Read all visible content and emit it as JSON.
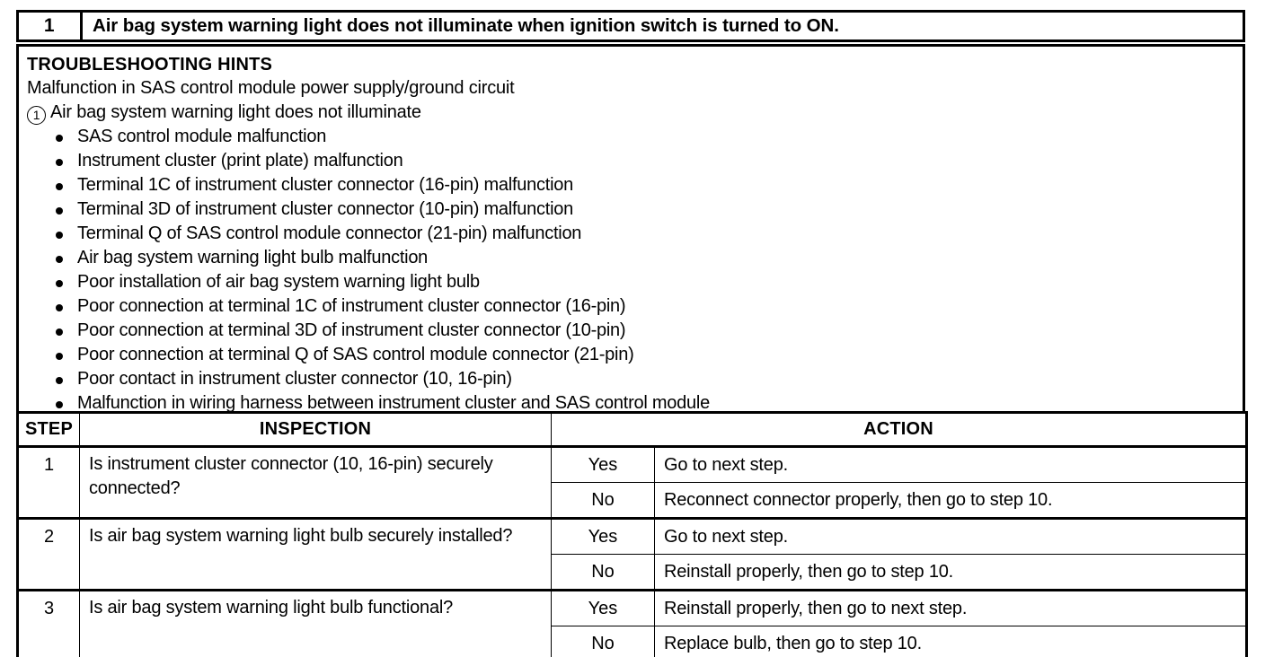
{
  "symptom": {
    "number": "1",
    "description": "Air bag system warning light does not illuminate when ignition switch is turned to ON."
  },
  "hints": {
    "heading": "TROUBLESHOOTING HINTS",
    "subtitle": "Malfunction in SAS control module power supply/ground circuit",
    "circled_number": "1",
    "circled_text": "Air bag system warning light does not illuminate",
    "items": [
      "SAS control module malfunction",
      "Instrument cluster (print plate) malfunction",
      "Terminal 1C of instrument cluster connector (16-pin) malfunction",
      "Terminal 3D of instrument cluster connector (10-pin) malfunction",
      "Terminal Q of SAS control module connector (21-pin) malfunction",
      "Air bag system warning light bulb malfunction",
      "Poor installation of air bag system warning light bulb",
      "Poor connection at terminal 1C of instrument cluster connector (16-pin)",
      "Poor connection at terminal 3D of instrument cluster connector (10-pin)",
      "Poor connection at terminal Q of SAS control module connector (21-pin)",
      "Poor contact in instrument cluster connector (10, 16-pin)",
      "Malfunction in wiring harness between instrument cluster and SAS control module"
    ]
  },
  "procedure": {
    "headers": {
      "step": "STEP",
      "inspection": "INSPECTION",
      "action": "ACTION"
    },
    "rows": [
      {
        "step": "1",
        "inspection": "Is instrument cluster connector (10, 16-pin) securely connected?",
        "judgements": [
          {
            "label": "Yes",
            "action": "Go to next step."
          },
          {
            "label": "No",
            "action": "Reconnect connector properly, then go to step 10."
          }
        ]
      },
      {
        "step": "2",
        "inspection": "Is air bag system warning light bulb securely installed?",
        "judgements": [
          {
            "label": "Yes",
            "action": "Go to next step."
          },
          {
            "label": "No",
            "action": "Reinstall properly, then go to step 10."
          }
        ]
      },
      {
        "step": "3",
        "inspection": "Is air bag system warning light bulb functional?",
        "judgements": [
          {
            "label": "Yes",
            "action": "Reinstall properly, then go to next step."
          },
          {
            "label": "No",
            "action": "Replace bulb, then go to step 10."
          }
        ]
      }
    ]
  }
}
